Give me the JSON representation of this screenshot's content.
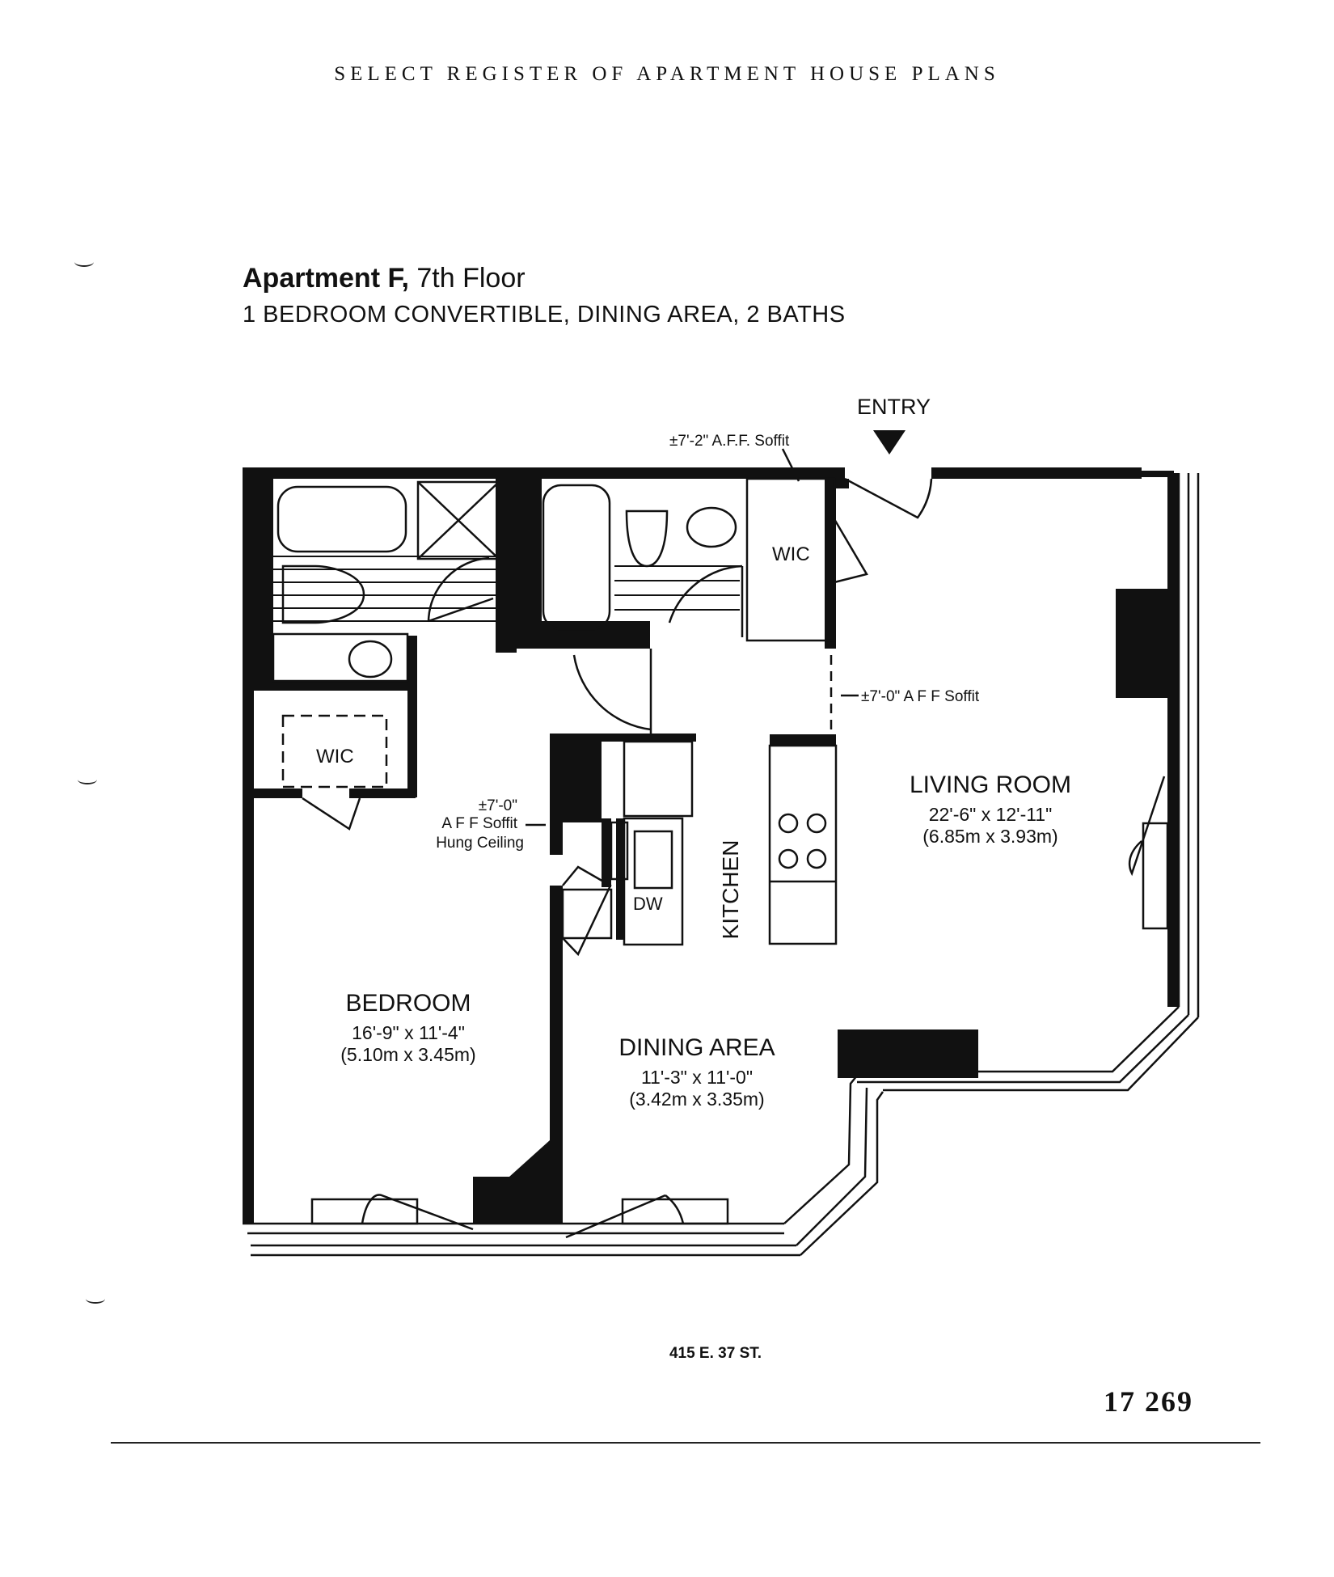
{
  "header": "SELECT REGISTER OF APARTMENT HOUSE PLANS",
  "title": {
    "apartment": "Apartment F,",
    "floor": "7th Floor"
  },
  "subtitle": "1 BEDROOM CONVERTIBLE, DINING AREA, 2 BATHS",
  "plan": {
    "entry_label": "ENTRY",
    "soffit_top": "±7'-2\" A.F.F. Soffit",
    "soffit_mid": "±7'-0\" A F F Soffit",
    "soffit_left": {
      "line1": "±7'-0\"",
      "line2": "A F F Soffit",
      "line3": "Hung Ceiling"
    },
    "wic": "WIC",
    "kitchen": "KITCHEN",
    "dw": "DW",
    "rooms": {
      "living": {
        "name": "LIVING ROOM",
        "dims": "22'-6\" x 12'-11\"",
        "metric": "(6.85m x 3.93m)"
      },
      "bedroom": {
        "name": "BEDROOM",
        "dims": "16'-9\" x 11'-4\"",
        "metric": "(5.10m x 3.45m)"
      },
      "dining": {
        "name": "DINING AREA",
        "dims": "11'-3\" x 11'-0\"",
        "metric": "(3.42m x 3.35m)"
      }
    }
  },
  "address": "415 E. 37 ST.",
  "doc_number": "17 269",
  "colors": {
    "ink": "#111111",
    "paper": "#ffffff"
  }
}
